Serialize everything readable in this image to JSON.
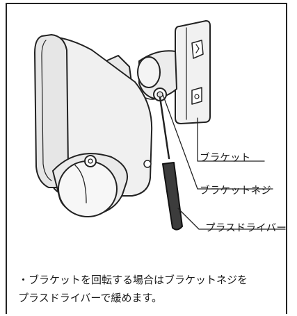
{
  "labels": {
    "bracket": "ブラケット",
    "bracket_screw": "ブラケットネジ",
    "screwdriver": "プラスドライバー"
  },
  "note": {
    "line1": "・ブラケットを回転する場合はブラケットネジを",
    "line2": "プラスドライバーで緩めます。"
  }
}
